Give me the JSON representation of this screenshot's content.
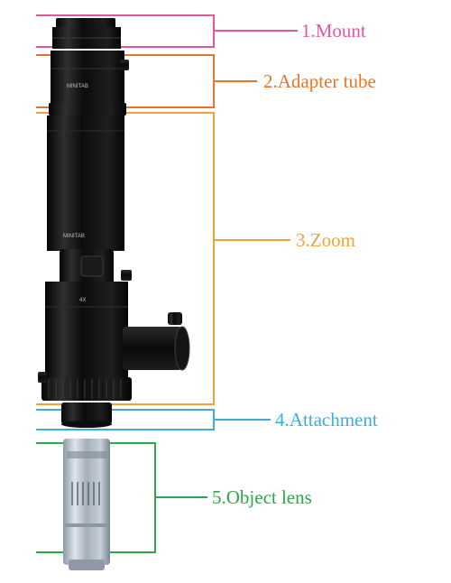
{
  "colors": {
    "mount": "#e8559a",
    "adapter": "#e8742a",
    "zoom": "#f3a238",
    "attachment": "#3aaee0",
    "object_lens": "#2aa84a"
  },
  "labels": {
    "mount": "1.Mount",
    "adapter": "2.Adapter tube",
    "zoom": "3.Zoom",
    "attachment": "4.Attachment",
    "object_lens": "5.Object lens"
  },
  "engravings": {
    "brand": "MINITAB",
    "zoom_mark": "4X"
  }
}
